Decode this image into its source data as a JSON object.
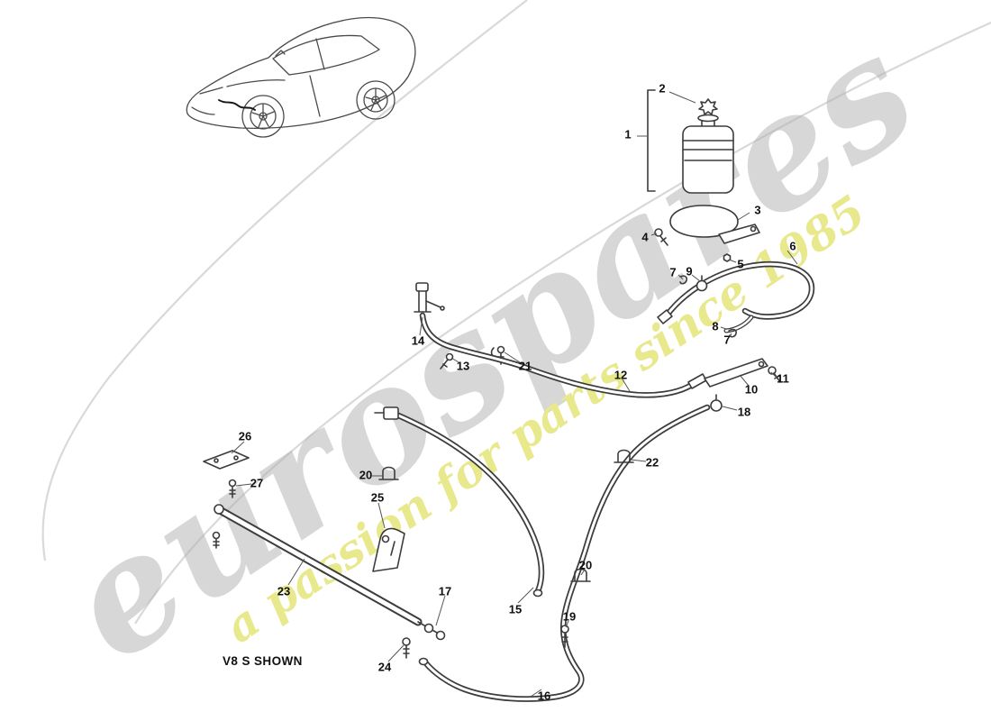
{
  "watermark": {
    "brand": "eurospares",
    "tagline": "a passion for parts since 1985",
    "brand_color": "#afafaf",
    "tagline_color": "#e8e88c"
  },
  "caption": "V8 S SHOWN",
  "diagram": {
    "description": "Power steering reservoir, cooler and hoses exploded-parts line drawing with numbered callouts",
    "callouts": [
      "1",
      "2",
      "3",
      "4",
      "5",
      "6",
      "7",
      "9",
      "8",
      "7",
      "11",
      "10",
      "12",
      "18",
      "14",
      "13",
      "21",
      "22",
      "20",
      "26",
      "27",
      "25",
      "23",
      "17",
      "15",
      "19",
      "20",
      "24",
      "16"
    ]
  }
}
